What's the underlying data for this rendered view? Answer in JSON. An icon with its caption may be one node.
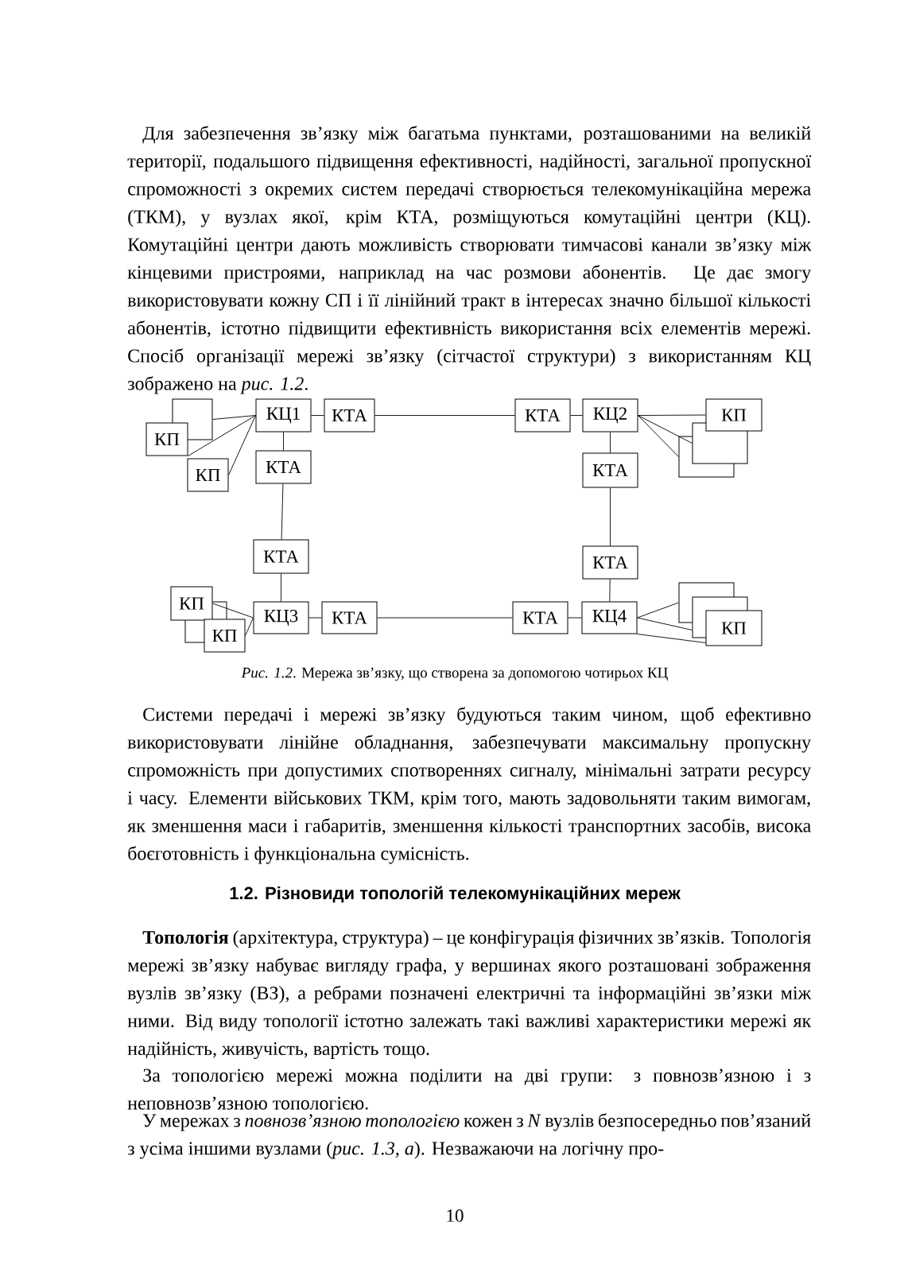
{
  "diagram": {
    "caption": "*Рис. 1.2*. Мережа зв’язку, що створена за допомогою чотирьох КЦ",
    "nodes": [
      {
        "text": [],
        "shape": "box"
      },
      {
        "text": [
          "КП"
        ]
      },
      {
        "text": [
          "КЦ1"
        ]
      },
      {
        "text": [
          "КТА"
        ]
      },
      {
        "text": [
          "КТА"
        ]
      },
      {
        "text": [
          "КЦ2"
        ]
      },
      {
        "text": [],
        "shape": "box"
      },
      {
        "text": [],
        "shape": "box"
      },
      {
        "text": [
          "КП"
        ]
      },
      {
        "text": [
          "КП"
        ]
      },
      {
        "text": [
          "КТА"
        ]
      },
      {
        "text": [
          "КТА"
        ]
      },
      {
        "text": [
          "КТА"
        ]
      },
      {
        "text": [
          "КТА"
        ]
      },
      {
        "text": [
          "КП"
        ]
      },
      {
        "text": [],
        "shape": "box"
      },
      {
        "text": [
          "КП"
        ]
      },
      {
        "text": [
          "КЦ3"
        ]
      },
      {
        "text": [
          "КТА"
        ]
      },
      {
        "text": [
          "КТА"
        ]
      },
      {
        "text": [
          "КЦ4"
        ]
      },
      {
        "text": [],
        "shape": "box"
      },
      {
        "text": [],
        "shape": "box"
      },
      {
        "text": [
          "КП"
        ]
      }
    ],
    "edges": [
      {
        "from": 2,
        "to": 3,
        "arrow": "none"
      },
      {
        "from": 3,
        "to": 4,
        "arrow": "none"
      },
      {
        "from": 4,
        "to": 5,
        "arrow": "none"
      },
      {
        "from": 5,
        "to": 8,
        "arrow": "none"
      },
      {
        "from": 5,
        "to": 7,
        "arrow": "none"
      },
      {
        "from": 5,
        "to": 6,
        "arrow": "none"
      },
      {
        "from": 2,
        "to": 0,
        "arrow": "none"
      },
      {
        "from": 2,
        "to": 1,
        "arrow": "none"
      },
      {
        "from": 2,
        "to": 9,
        "arrow": "none"
      },
      {
        "from": 2,
        "to": 10,
        "arrow": "none"
      },
      {
        "from": 5,
        "to": 11,
        "arrow": "none"
      },
      {
        "from": 10,
        "to": 12,
        "arrow": "none"
      },
      {
        "from": 11,
        "to": 13,
        "arrow": "none"
      },
      {
        "from": 12,
        "to": 17,
        "arrow": "none"
      },
      {
        "from": 13,
        "to": 20,
        "arrow": "none"
      },
      {
        "from": 14,
        "to": 17,
        "arrow": "none"
      },
      {
        "from": 16,
        "to": 17,
        "arrow": "none"
      },
      {
        "from": 17,
        "to": 18,
        "arrow": "none"
      },
      {
        "from": 18,
        "to": 19,
        "arrow": "none"
      },
      {
        "from": 19,
        "to": 20,
        "arrow": "none"
      },
      {
        "from": 20,
        "to": 21,
        "arrow": "none"
      },
      {
        "from": 20,
        "to": 22,
        "arrow": "none"
      },
      {
        "from": 20,
        "to": 23,
        "arrow": "none"
      }
    ],
    "labels": [
      "Для забезпечення зв’язку між багатьма пунктами, розташованими на великій території, подальшого підвищення ефективності, надійності, загальної пропускної спроможності з окремих систем передачі створюється телекомунікаційна мережа (ТКМ), у вузлах якої, крім КТА, розміщуються комутаційні центри (КЦ). Комутаційні центри дають можливість створювати тимчасові канали зв’язку між кінцевими пристроями, наприклад на час розмови абонентів. Це дає змогу використовувати кожну СП і її лінійний тракт в інтересах значно більшої кількості абонентів, істотно підвищити ефективність використання всіх елементів мережі. Спосіб організації мережі зв’язку (сітчастої структури) з використанням КЦ зображено на *рис. 1.2*.",
      "Системи передачі і мережі зв’язку будуються таким чином, щоб ефективно використовувати лінійне обладнання, забезпечувати максимальну пропускну спроможність при допустимих спотвореннях сигналу, мінімальні затрати ресурсу і часу. Елементи військових ТКМ, крім того, мають задовольняти таким вимогам, як зменшення маси і габаритів, зменшення кількості транспортних засобів, висока боєготовність і функціональна сумісність.",
      "1.2. Різновиди топологій телекомунікаційних мереж",
      "**Топологія** (архітектура, структура) – це конфігурація фізичних зв’язків. Топологія мережі зв’язку набуває вигляду графа, у вершинах якого розташовані зображення вузлів зв’язку (ВЗ), а ребрами позначені електричні та інформаційні зв’язки між ними. Від виду топології істотно залежать такі важливі характеристики мережі як надійність, живучість, вартість тощо.",
      "За топологією мережі можна поділити на дві групи: з повнозв’язною і з неповнозв’язною топологією.",
      "У мережах з *повнозв’язною топологією* кожен з *N* вузлів безпосередньо пов’язаний з усіма іншими вузлами (*рис. 1.3, а*). Незважаючи на логічну про-",
      "10"
    ]
  }
}
